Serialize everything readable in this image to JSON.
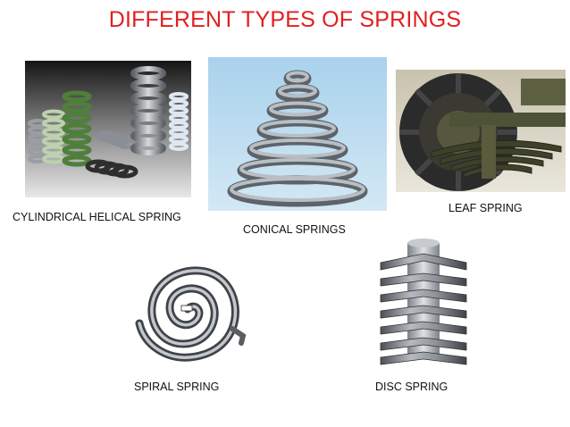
{
  "slide": {
    "title": "DIFFERENT TYPES OF SPRINGS",
    "captions": {
      "cylindrical": "CYLINDRICAL HELICAL SPRING",
      "conical": "CONICAL SPRINGS",
      "leaf": "LEAF SPRING",
      "spiral": "SPIRAL SPRING",
      "disc": "DISC SPRING"
    }
  },
  "colors": {
    "title": "#e0201f",
    "caption": "#111111",
    "conical_bg": "#a9d2ec",
    "coil_steel": "#8a8f95",
    "coil_green": "#4f7f3a",
    "coil_dark": "#3a3a3a"
  }
}
